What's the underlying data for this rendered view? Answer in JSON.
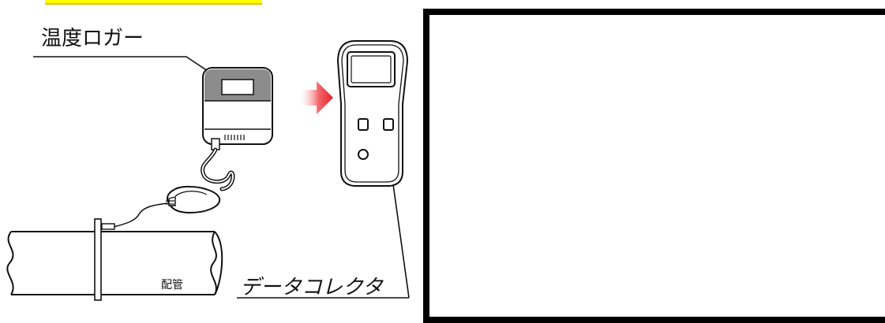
{
  "labels": {
    "logger": "温度ロガー",
    "collector": "データコレクタ",
    "pipe": "配管"
  },
  "colors": {
    "highlight": "#ffff00",
    "highlight_border": "#f0c000",
    "arrow_red": "#e8202a",
    "line": "#111111",
    "panel_border": "#000000"
  },
  "icons": [
    "temperature-logger-icon",
    "data-collector-icon",
    "arrow-right-icon",
    "sensor-probe-icon",
    "pipe-icon"
  ]
}
